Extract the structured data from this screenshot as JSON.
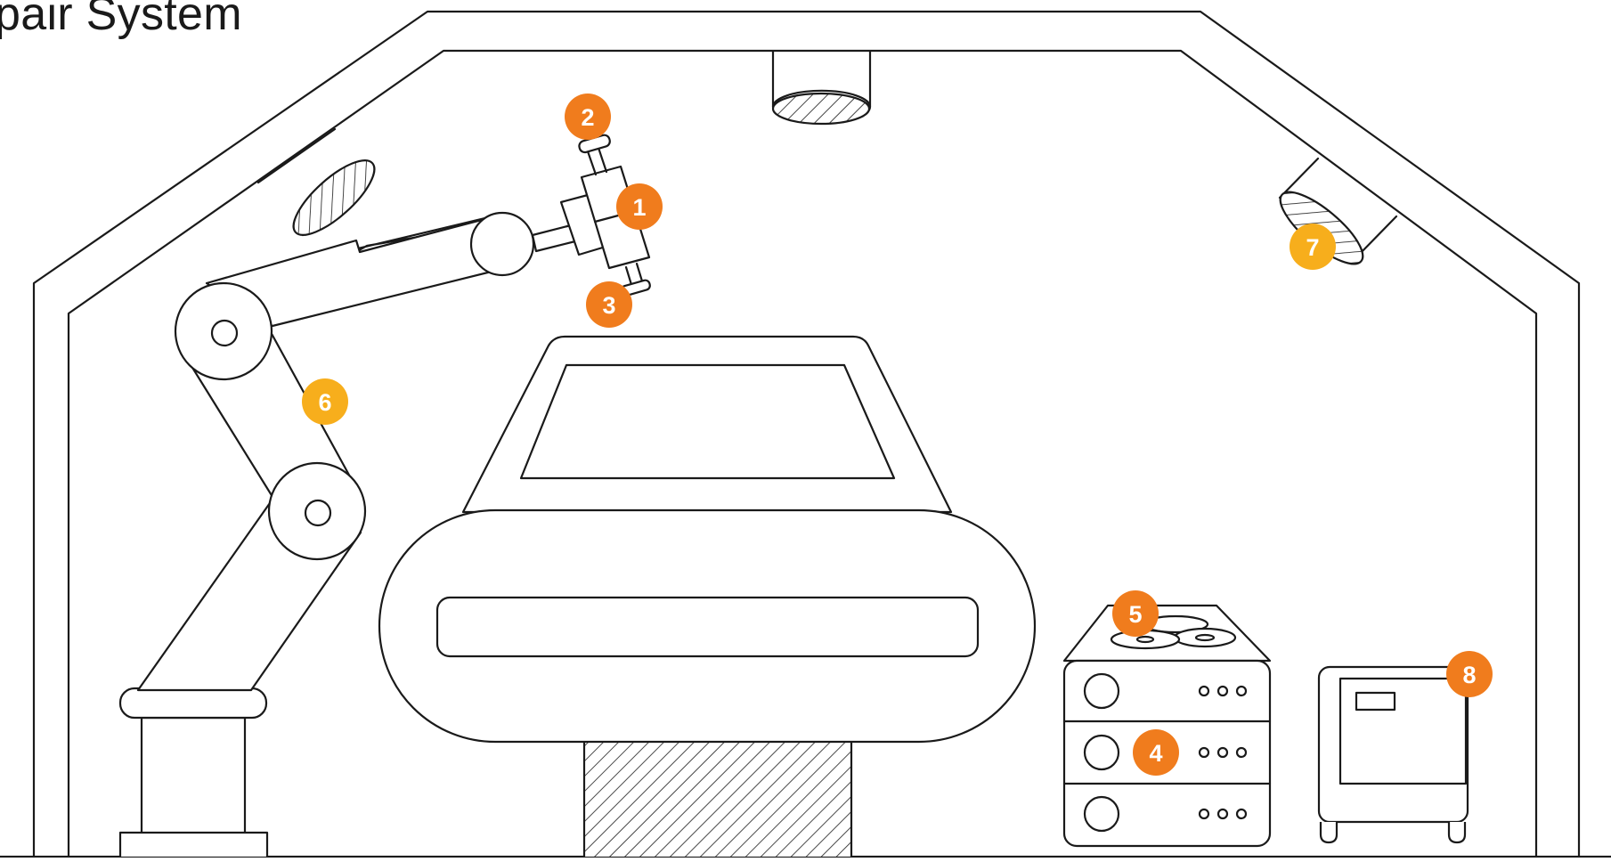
{
  "title": "pair System",
  "colors": {
    "stroke": "#1a1a1a",
    "badge_orange": "#f07c1d",
    "badge_yellow": "#f7ae1c",
    "background": "#ffffff"
  },
  "callouts": [
    {
      "label": "1",
      "color": "orange"
    },
    {
      "label": "2",
      "color": "orange"
    },
    {
      "label": "3",
      "color": "orange"
    },
    {
      "label": "4",
      "color": "orange"
    },
    {
      "label": "5",
      "color": "orange"
    },
    {
      "label": "6",
      "color": "yellow"
    },
    {
      "label": "7",
      "color": "yellow"
    },
    {
      "label": "8",
      "color": "orange"
    }
  ]
}
